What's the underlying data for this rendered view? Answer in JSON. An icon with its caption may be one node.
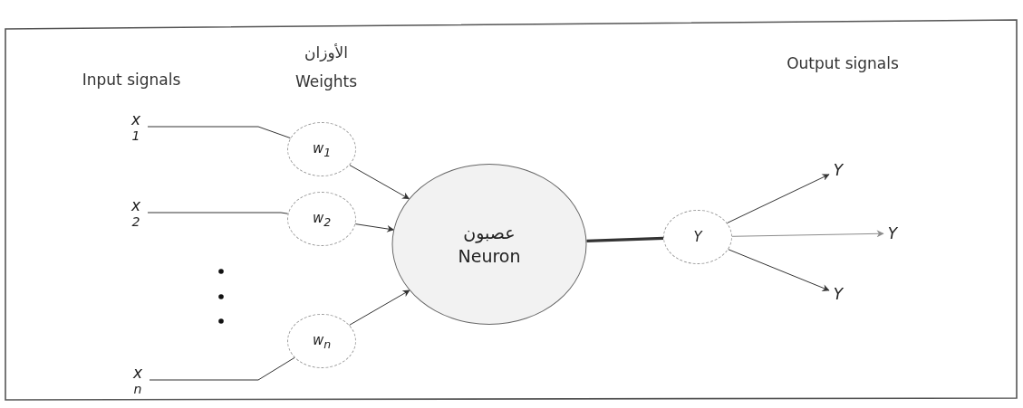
{
  "diagram": {
    "nodes": [
      {
        "text": [
          "x$_{1}$"
        ]
      },
      {
        "text": [
          "x$_{2}$"
        ]
      },
      {
        "text": [
          "x$_{n}$"
        ]
      },
      {
        "text": [
          "w$_{1}$"
        ]
      },
      {
        "text": [
          "w$_{2}$"
        ]
      },
      {
        "text": [
          "w$_{n}$"
        ]
      },
      {
        "text": [
          "عصبون",
          "Neuron"
        ]
      },
      {
        "text": [
          "Y"
        ]
      },
      {
        "text": [
          "Y"
        ]
      },
      {
        "text": [
          "Y"
        ]
      },
      {
        "text": [
          "Y"
        ]
      }
    ],
    "edges": [
      {
        "from": 0,
        "to": 3,
        "arrow": "none"
      },
      {
        "from": 1,
        "to": 4,
        "arrow": "none"
      },
      {
        "from": 2,
        "to": 5,
        "arrow": "none"
      },
      {
        "from": 3,
        "to": 6,
        "arrow": "to"
      },
      {
        "from": 4,
        "to": 6,
        "arrow": "to"
      },
      {
        "from": 5,
        "to": 6,
        "arrow": "to"
      },
      {
        "from": 6,
        "to": 7,
        "arrow": "none",
        "style": "thick"
      },
      {
        "from": 7,
        "to": 8,
        "arrow": "to"
      },
      {
        "from": 7,
        "to": 9,
        "arrow": "to",
        "color": "#8c8c8c"
      },
      {
        "from": 7,
        "to": 10,
        "arrow": "to"
      }
    ],
    "labels": [
      "Input signals",
      "الأوزان",
      "Weights",
      "Output signals"
    ]
  }
}
